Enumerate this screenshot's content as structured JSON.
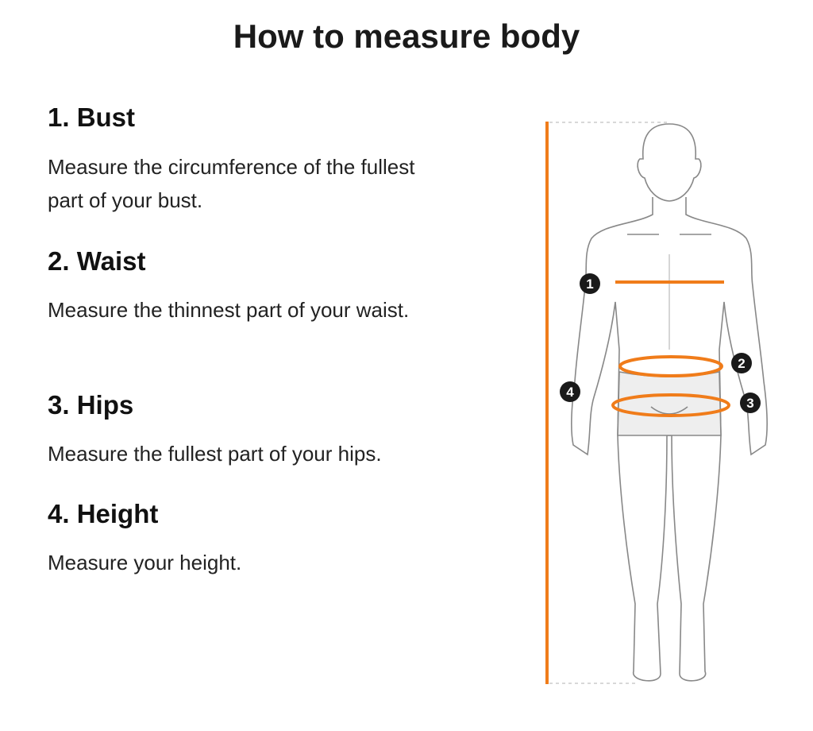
{
  "title": "How to measure body",
  "sections": [
    {
      "heading": "1. Bust",
      "text": "Measure the circumference of the fullest part of your bust."
    },
    {
      "heading": "2. Waist",
      "text": "Measure the thinnest part of your waist."
    },
    {
      "heading": "3. Hips",
      "text": "Measure the fullest part of your hips."
    },
    {
      "heading": "4. Height",
      "text": "Measure your height."
    }
  ],
  "figure": {
    "markers": [
      "1",
      "2",
      "3",
      "4"
    ],
    "accent_color": "#f07c1a"
  }
}
